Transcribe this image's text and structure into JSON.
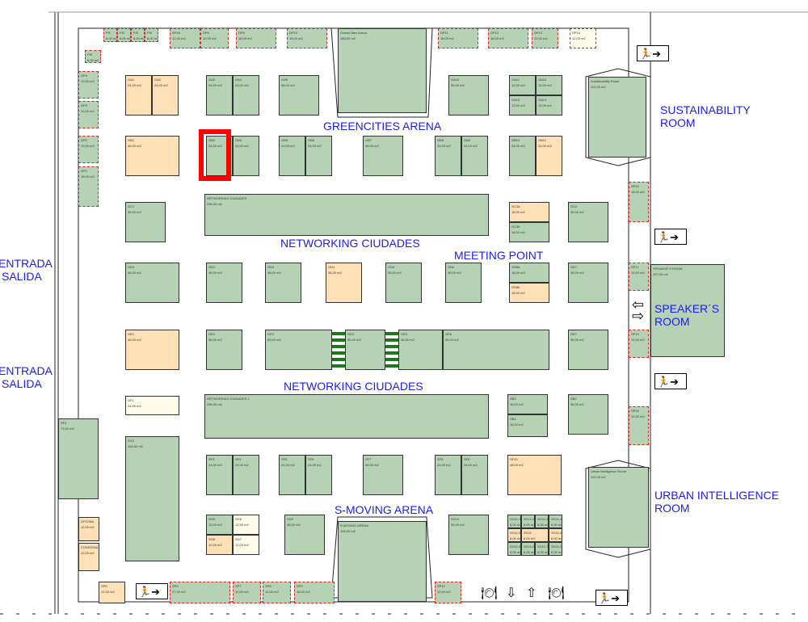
{
  "labels": {
    "greencities": "GREENCITIES ARENA",
    "networking1": "NETWORKING CIUDADES",
    "networking2": "NETWORKING CIUDADES",
    "meeting": "MEETING POINT",
    "smoving": "S-MOVING ARENA",
    "sustainability": "SUSTAINABILITY ROOM",
    "speakers": "SPEAKER´S ROOM",
    "urban": "URBAN INTELLIGENCE ROOM",
    "entrada1": "ENTRADA",
    "salida1": "SALIDA",
    "entrada2": "ENTRADA",
    "salida2": "SALIDA"
  },
  "icons": {
    "exit": "emergency-exit-icon",
    "restaurant": "restaurant-icon",
    "arrow": "arrow-icon"
  },
  "colors": {
    "booth_green": "#b5d3b4",
    "booth_orange": "#fde0b5",
    "booth_cream": "#fefbe9",
    "room_label": "#1a1aff",
    "selection": "#ff0000"
  },
  "booths": [
    {
      "id": "PI1",
      "area": "6,00 m2"
    },
    {
      "id": "PI2",
      "area": "6,00 m2"
    },
    {
      "id": "PI3",
      "area": "6,00 m2"
    },
    {
      "id": "PI4",
      "area": "6,00 m2"
    },
    {
      "id": "DP16",
      "area": "12,00 m2"
    },
    {
      "id": "DP9",
      "area": "12,00 m2"
    },
    {
      "id": "DP8",
      "area": "18,00 m2"
    },
    {
      "id": "DP10",
      "area": "18,00 m2"
    },
    {
      "id": "DP11",
      "area": "18,00 m2"
    },
    {
      "id": "DP12",
      "area": "18,00 m2"
    },
    {
      "id": "DP13",
      "area": "12,00 m2"
    },
    {
      "id": "DP14",
      "area": "12,00 m2"
    },
    {
      "id": "PI5",
      "area": "6,00 m2"
    },
    {
      "id": "GP4",
      "area": "12,00 m2"
    },
    {
      "id": "GP3",
      "area": "12,00 m2"
    },
    {
      "id": "GP2",
      "area": "12,00 m2"
    },
    {
      "id": "GP1",
      "area": "18,00 m2"
    },
    {
      "id": "GA1",
      "area": "24,00 m2"
    },
    {
      "id": "GA2",
      "area": "24,00 m2"
    },
    {
      "id": "GA3",
      "area": "24,00 m2"
    },
    {
      "id": "GA4",
      "area": "24,00 m2"
    },
    {
      "id": "GA5",
      "area": "36,00 m2"
    },
    {
      "id": "GA10",
      "area": "36,00 m2"
    },
    {
      "id": "GA11",
      "area": "12,00 m2"
    },
    {
      "id": "GA12",
      "area": "12,00 m2"
    },
    {
      "id": "GA13",
      "area": "12,00 m2"
    },
    {
      "id": "GA14",
      "area": "12,00 m2"
    },
    {
      "id": "GB1",
      "area": "48,00 m2"
    },
    {
      "id": "GB3",
      "area": "24,00 m2"
    },
    {
      "id": "GB4",
      "area": "24,00 m2"
    },
    {
      "id": "GB5",
      "area": "24,00 m2"
    },
    {
      "id": "GB6",
      "area": "24,00 m2"
    },
    {
      "id": "GB7",
      "area": "36,00 m2"
    },
    {
      "id": "GB8",
      "area": "24,00 m2"
    },
    {
      "id": "GB9",
      "area": "24,00 m2"
    },
    {
      "id": "GB10",
      "area": "24,00 m2"
    },
    {
      "id": "GB11",
      "area": "24,00 m2"
    },
    {
      "id": "GC1",
      "area": "36,00 m2"
    },
    {
      "id": "GC3a",
      "area": "18,00 m2"
    },
    {
      "id": "GC3b",
      "area": "18,00 m2"
    },
    {
      "id": "GC2",
      "area": "36,00 m2"
    },
    {
      "id": "GD1",
      "area": "48,00 m2"
    },
    {
      "id": "GD2",
      "area": "36,00 m2"
    },
    {
      "id": "GD3",
      "area": "36,00 m2"
    },
    {
      "id": "GD4",
      "area": "36,00 m2"
    },
    {
      "id": "GD5",
      "area": "36,00 m2"
    },
    {
      "id": "GD6",
      "area": "36,00 m2"
    },
    {
      "id": "GD8a",
      "area": "18,00 m2"
    },
    {
      "id": "GD8b",
      "area": "18,00 m2"
    },
    {
      "id": "GD7",
      "area": "36,00 m2"
    },
    {
      "id": "GE1",
      "area": "48,00 m2"
    },
    {
      "id": "GE2",
      "area": "36,00 m2"
    },
    {
      "id": "GE3",
      "area": "60,00 m2"
    },
    {
      "id": "GE4",
      "area": "36,00 m2"
    },
    {
      "id": "GE5",
      "area": "36,00 m2"
    },
    {
      "id": "GE6",
      "area": "96,00 m2"
    },
    {
      "id": "GE7",
      "area": "36,00 m2"
    },
    {
      "id": "GF1",
      "area": "24,00 m2"
    },
    {
      "id": "NETWORKING CIUDADES",
      "area": "256,00 m2"
    },
    {
      "id": "NETWORKING CIUDADES 2",
      "area": "256,00 m2"
    },
    {
      "id": "SB3",
      "area": "18,00 m2"
    },
    {
      "id": "SB4",
      "area": "18,00 m2"
    },
    {
      "id": "SB2",
      "area": "36,00 m2"
    },
    {
      "id": "SP1",
      "area": "72,00 m2"
    },
    {
      "id": "SG3",
      "area": "150,00 m2"
    },
    {
      "id": "SF3",
      "area": "24,00 m2"
    },
    {
      "id": "SF4",
      "area": "24,00 m2"
    },
    {
      "id": "SF5",
      "area": "24,00 m2"
    },
    {
      "id": "SF6",
      "area": "24,00 m2"
    },
    {
      "id": "SF7",
      "area": "36,00 m2"
    },
    {
      "id": "SF8",
      "area": "24,00 m2"
    },
    {
      "id": "SF9",
      "area": "24,00 m2"
    },
    {
      "id": "SF10",
      "area": "48,00 m2"
    },
    {
      "id": "SG5",
      "area": "12,00 m2"
    },
    {
      "id": "SG6",
      "area": "12,00 m2"
    },
    {
      "id": "SG8",
      "area": "12,00 m2"
    },
    {
      "id": "SG7",
      "area": "12,00 m2"
    },
    {
      "id": "SG9",
      "area": "36,00 m2"
    },
    {
      "id": "SG10",
      "area": "36,00 m2"
    },
    {
      "id": "SG11-1",
      "area": "6,00 m2"
    },
    {
      "id": "SG11-2",
      "area": "6,00 m2"
    },
    {
      "id": "SG11-3",
      "area": "6,00 m2"
    },
    {
      "id": "SG11-4",
      "area": "6,00 m2"
    },
    {
      "id": "SG11-5",
      "area": "6,00 m2"
    },
    {
      "id": "SG11",
      "area": "6,00 m2"
    },
    {
      "id": "SG11-6",
      "area": "6,00 m2"
    },
    {
      "id": "SG11-8",
      "area": "6,00 m2"
    },
    {
      "id": "SG11-9",
      "area": "6,00 m2"
    },
    {
      "id": "SG11-7",
      "area": "6,00 m2"
    },
    {
      "id": "SG11-0",
      "area": "6,00 m2"
    },
    {
      "id": "OFICINA",
      "area": "12,00 m2"
    },
    {
      "id": "CONSIGNA",
      "area": "12,00 m2"
    },
    {
      "id": "SP5",
      "area": "12,00 m2"
    },
    {
      "id": "SP6",
      "area": "27,00 m2"
    },
    {
      "id": "SP7",
      "area": "12,00 m2"
    },
    {
      "id": "SP8",
      "area": "12,00 m2"
    },
    {
      "id": "SP9",
      "area": "18,00 m2"
    },
    {
      "id": "SP12",
      "area": "12,00 m2"
    },
    {
      "id": "SP16",
      "area": "18,00 m2"
    },
    {
      "id": "SP17",
      "area": "12,00 m2"
    },
    {
      "id": "SP14",
      "area": "12,00 m2"
    },
    {
      "id": "SP15",
      "area": "12,00 m2"
    },
    {
      "id": "SPEAKER´S ROOM",
      "area": "107,00 m2"
    },
    {
      "id": "GreenCities Arena",
      "area": "188,00 m2"
    },
    {
      "id": "S-MOVING ARENA",
      "area": "108,00 m2"
    },
    {
      "id": "Sustainability Room",
      "area": "113,00 m2"
    },
    {
      "id": "Urban Intelligence Room",
      "area": "113,00 m2"
    }
  ]
}
